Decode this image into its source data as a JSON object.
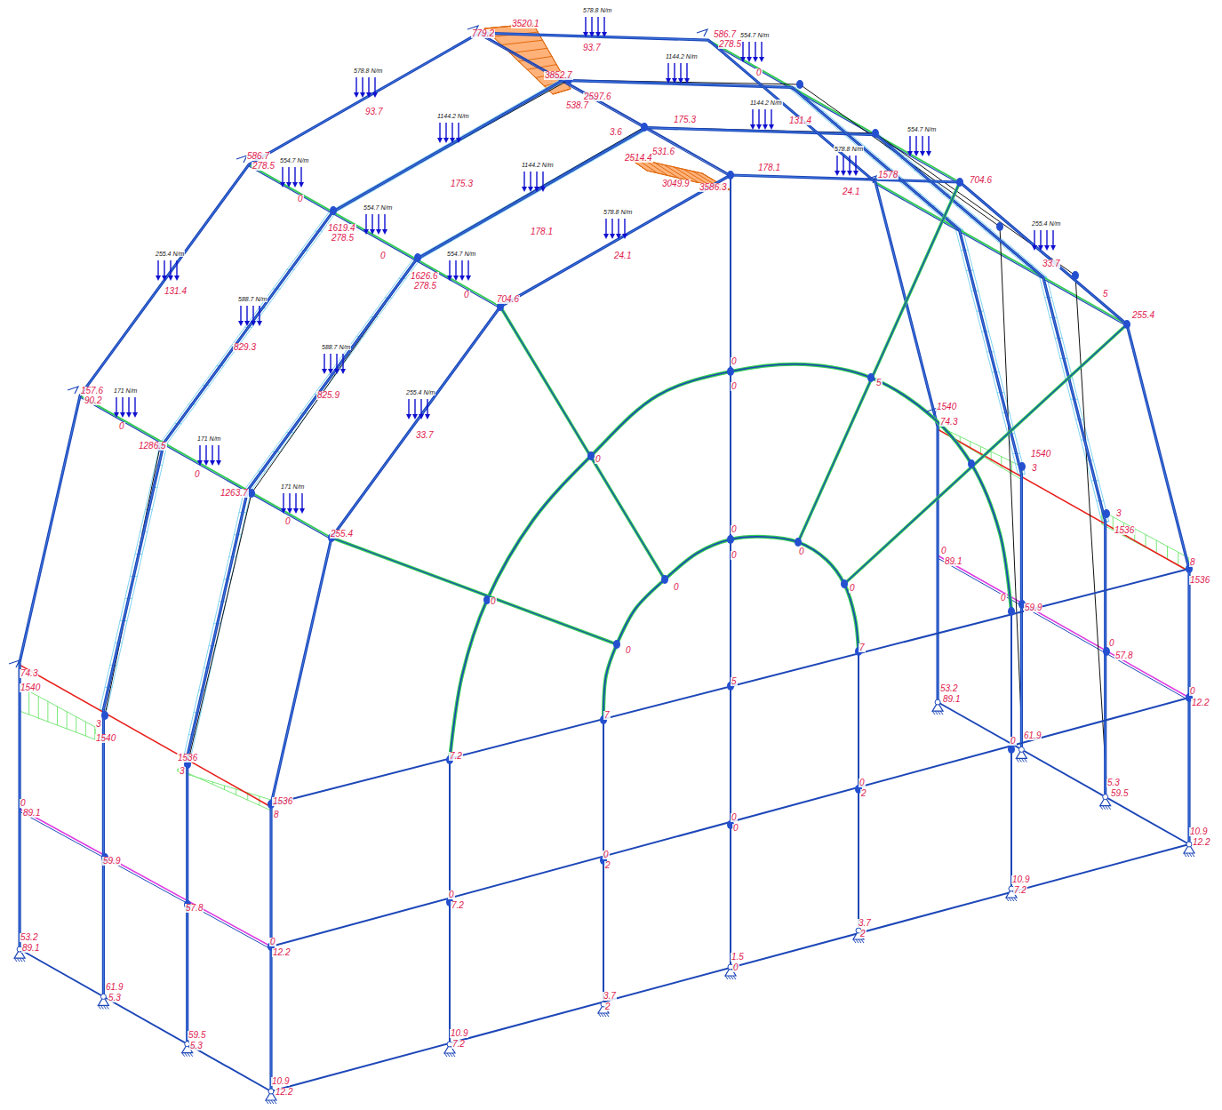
{
  "diagram": {
    "labels": [
      "779.2",
      "3520.1",
      "578.8 N/m",
      "93.7",
      "586.7",
      "278.5",
      "554.7 N/m",
      "0",
      "3852.7",
      "1144.2 N/m",
      "2597.6",
      "538.7",
      "1144.2 N/m",
      "175.3",
      "131.4",
      "3.6",
      "2514.4",
      "531.6",
      "3049.9",
      "3586.3",
      "178.1",
      "24.1",
      "1578",
      "554.7 N/m",
      "578.8 N/m",
      "704.6",
      "33.7",
      "255.4 N/m",
      "255.4",
      "578.8 N/m",
      "93.7",
      "586.7",
      "278.5",
      "554.7 N/m",
      "1144.2 N/m",
      "175.3",
      "1144.2 N/m",
      "178.1",
      "578.8 N/m",
      "24.1",
      "554.7 N/m",
      "1619.4",
      "278.5",
      "554.7 N/m",
      "1626.6",
      "278.5",
      "704.6",
      "255.4 N/m",
      "131.4",
      "588.7 N/m",
      "829.3",
      "588.7 N/m",
      "825.9",
      "255.4 N/m",
      "33.7",
      "157.6",
      "90.2",
      "171 N/m",
      "171 N/m",
      "171 N/m",
      "0",
      "0",
      "0",
      "0",
      "0",
      "0",
      "1286.5",
      "1263.7",
      "255.4",
      "74.3",
      "1540",
      "3",
      "1540",
      "1536",
      "3",
      "1536",
      "8",
      "0",
      "89.1",
      "59.9",
      "57.8",
      "0",
      "12.2",
      "53.2",
      "89.1",
      "61.9",
      "5.3",
      "59.5",
      "5.3",
      "10.9",
      "12.2",
      "10.9",
      "7.2",
      "3.7",
      "2",
      "1.5",
      "0",
      "3.7",
      "2",
      "10.9",
      "7.2",
      "10.9",
      "12.2",
      "5.3",
      "59.5",
      "61.9",
      "53.2",
      "89.1",
      "0",
      "89.1",
      "0",
      "59.9",
      "0",
      "57.8",
      "0",
      "12.2",
      "1540",
      "74.3",
      "1540",
      "3",
      "1536",
      "3",
      "1536",
      "8",
      "7.2",
      "7",
      "5",
      "7",
      "0",
      "7.2",
      "0",
      "2",
      "0",
      "0",
      "0",
      "2",
      "0",
      "0",
      "0",
      "0",
      "0",
      "0",
      "5",
      "0",
      "0",
      "0",
      "0",
      "5",
      "0"
    ]
  }
}
